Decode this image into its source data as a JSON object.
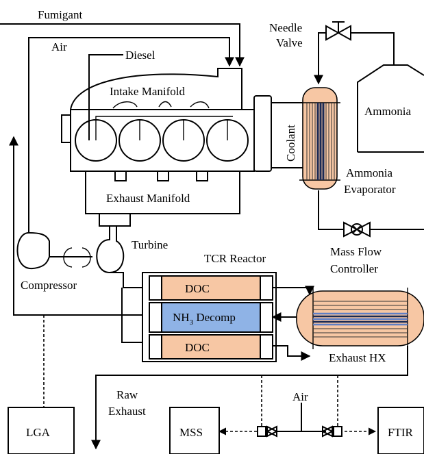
{
  "labels": {
    "fumigant": "Fumigant",
    "air_top": "Air",
    "diesel": "Diesel",
    "intake_manifold": "Intake Manifold",
    "exhaust_manifold": "Exhaust Manifold",
    "coolant": "Coolant",
    "needle_valve_1": "Needle",
    "needle_valve_2": "Valve",
    "ammonia": "Ammonia",
    "ammonia_evaporator_1": "Ammonia",
    "ammonia_evaporator_2": "Evaporator",
    "turbine": "Turbine",
    "compressor": "Compressor",
    "tcr_reactor": "TCR Reactor",
    "doc_top": "DOC",
    "nh3_prefix": "NH",
    "nh3_sub": "3",
    "nh3_suffix": " Decomp",
    "doc_bottom": "DOC",
    "mass_flow_1": "Mass Flow",
    "mass_flow_2": "Controller",
    "exhaust_hx": "Exhaust HX",
    "raw_exhaust_1": "Raw",
    "raw_exhaust_2": "Exhaust",
    "air_bottom": "Air",
    "lga": "LGA",
    "mss": "MSS",
    "ftir": "FTIR"
  },
  "colors": {
    "doc_fill": "#f7c7a4",
    "decomp_fill": "#8fb3e6",
    "evaporator_fill": "#f7c7a4",
    "tube_dark": "#1a2a55",
    "tube_light": "#5f7fc6"
  }
}
